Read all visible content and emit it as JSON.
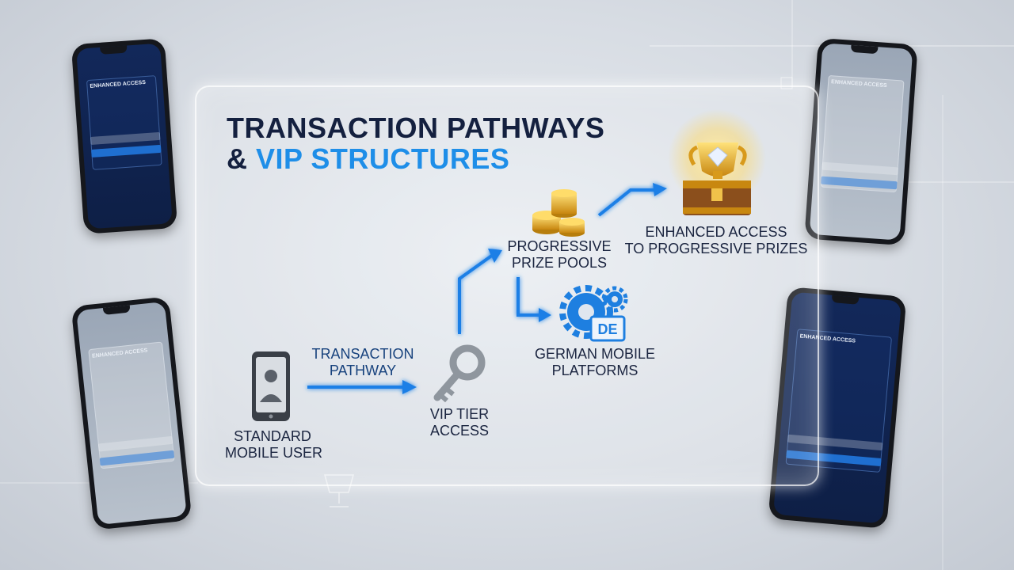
{
  "title": {
    "line1": "TRANSACTION PATHWAYS",
    "amp": "& ",
    "line2_accent": "VIP STRUCTURES"
  },
  "nodes": {
    "standard_user": {
      "line1": "STANDARD",
      "line2": "MOBILE USER"
    },
    "transaction_pathway": {
      "line1": "TRANSACTION",
      "line2": "PATHWAY"
    },
    "vip_access": {
      "line1": "VIP TIER",
      "line2": "ACCESS"
    },
    "progressive_pools": {
      "line1": "PROGRESSIVE",
      "line2": "PRIZE POOLS"
    },
    "german_platforms": {
      "line1": "GERMAN MOBILE",
      "line2": "PLATFORMS",
      "badge": "DE"
    },
    "enhanced_access": {
      "line1": "ENHANCED ACCESS",
      "line2": "TO PROGRESSIVE PRIZES"
    }
  },
  "phones": {
    "card_title": "ENHANCED ACCESS"
  },
  "colors": {
    "accent": "#1e8ee8",
    "dark_text": "#14203f",
    "gold": "#e3a321",
    "arrow_blue": "#1a7fe6"
  }
}
